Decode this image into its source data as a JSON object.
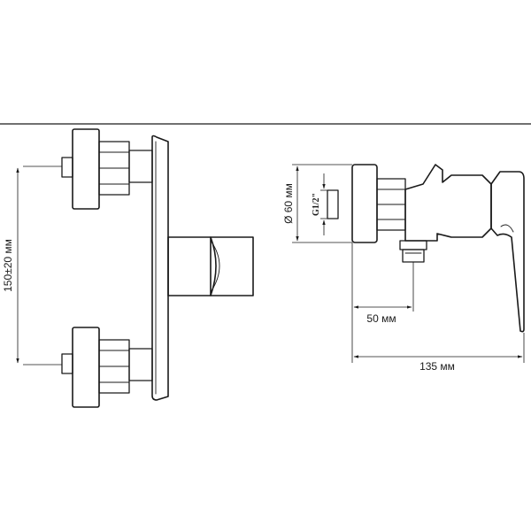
{
  "dimensions": {
    "center_distance": "150±20 мм",
    "diameter": "Ø 60 мм",
    "thread": "G1/2\"",
    "offset_depth": "50 мм",
    "total_depth": "135 мм"
  }
}
